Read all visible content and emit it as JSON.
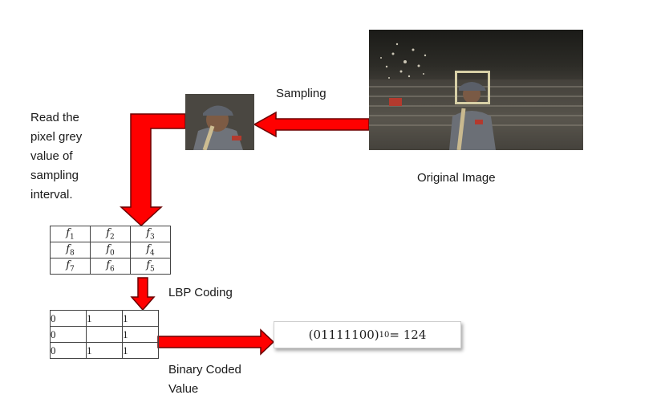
{
  "labels": {
    "sampling": "Sampling",
    "original_image": "Original Image",
    "read_pixel": [
      "Read the",
      "pixel grey",
      "value of",
      "sampling",
      "interval."
    ],
    "lbp_coding": "LBP Coding",
    "binary_coded": [
      "Binary Coded",
      "Value"
    ]
  },
  "neighborhood_grid": [
    [
      {
        "base": "f",
        "sub": "1"
      },
      {
        "base": "f",
        "sub": "2"
      },
      {
        "base": "f",
        "sub": "3"
      }
    ],
    [
      {
        "base": "f",
        "sub": "8"
      },
      {
        "base": "f",
        "sub": "0"
      },
      {
        "base": "f",
        "sub": "4"
      }
    ],
    [
      {
        "base": "f",
        "sub": "7"
      },
      {
        "base": "f",
        "sub": "6"
      },
      {
        "base": "f",
        "sub": "5"
      }
    ]
  ],
  "binary_grid": [
    [
      "0",
      "1",
      "1"
    ],
    [
      "0",
      "",
      "1"
    ],
    [
      "0",
      "1",
      "1"
    ]
  ],
  "result": {
    "binary": "(01111100)",
    "base": "10",
    "equals": " = 124"
  },
  "colors": {
    "arrow_fill": "#ff0000",
    "arrow_stroke": "#6b0000",
    "face_box": "#d7cfa6"
  }
}
